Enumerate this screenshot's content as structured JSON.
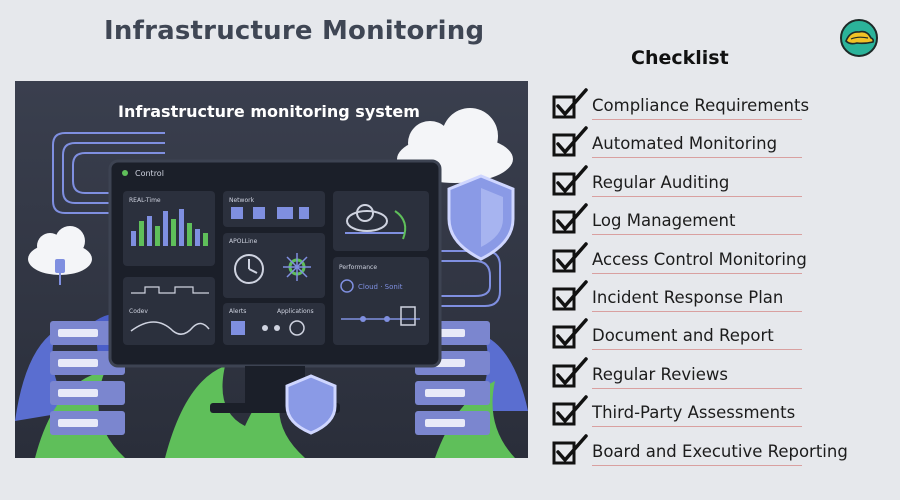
{
  "page": {
    "title": "Infrastructure Monitoring"
  },
  "logo": {
    "icon": "hat-logo-icon",
    "colors": {
      "ring": "#1e2a28",
      "fill": "#2bb39a",
      "hat": "#f2c227"
    }
  },
  "illustration": {
    "heading": "Infrastructure monitoring system",
    "window_title": "Control",
    "panels": {
      "realtime": "REAL-Time",
      "network": "Network",
      "apo": "APOLLine",
      "codev": "Codev",
      "alerts": "Alerts",
      "applications": "Applications",
      "performance": "Performance",
      "cloud": "Cloud · Sonit"
    },
    "colors": {
      "background": "#2f3443",
      "screen": "#20242f",
      "panel": "#2b303d",
      "accent_blue": "#7f8fe0",
      "accent_green": "#5fbf5a",
      "server": "#7b86cf"
    }
  },
  "checklist": {
    "title": "Checklist",
    "items": [
      {
        "label": "Compliance Requirements"
      },
      {
        "label": "Automated Monitoring"
      },
      {
        "label": "Regular Auditing"
      },
      {
        "label": "Log Management"
      },
      {
        "label": "Access Control Monitoring"
      },
      {
        "label": "Incident Response Plan"
      },
      {
        "label": "Document and Report"
      },
      {
        "label": "Regular Reviews"
      },
      {
        "label": "Third-Party Assessments"
      },
      {
        "label": "Board and Executive Reporting"
      }
    ]
  }
}
